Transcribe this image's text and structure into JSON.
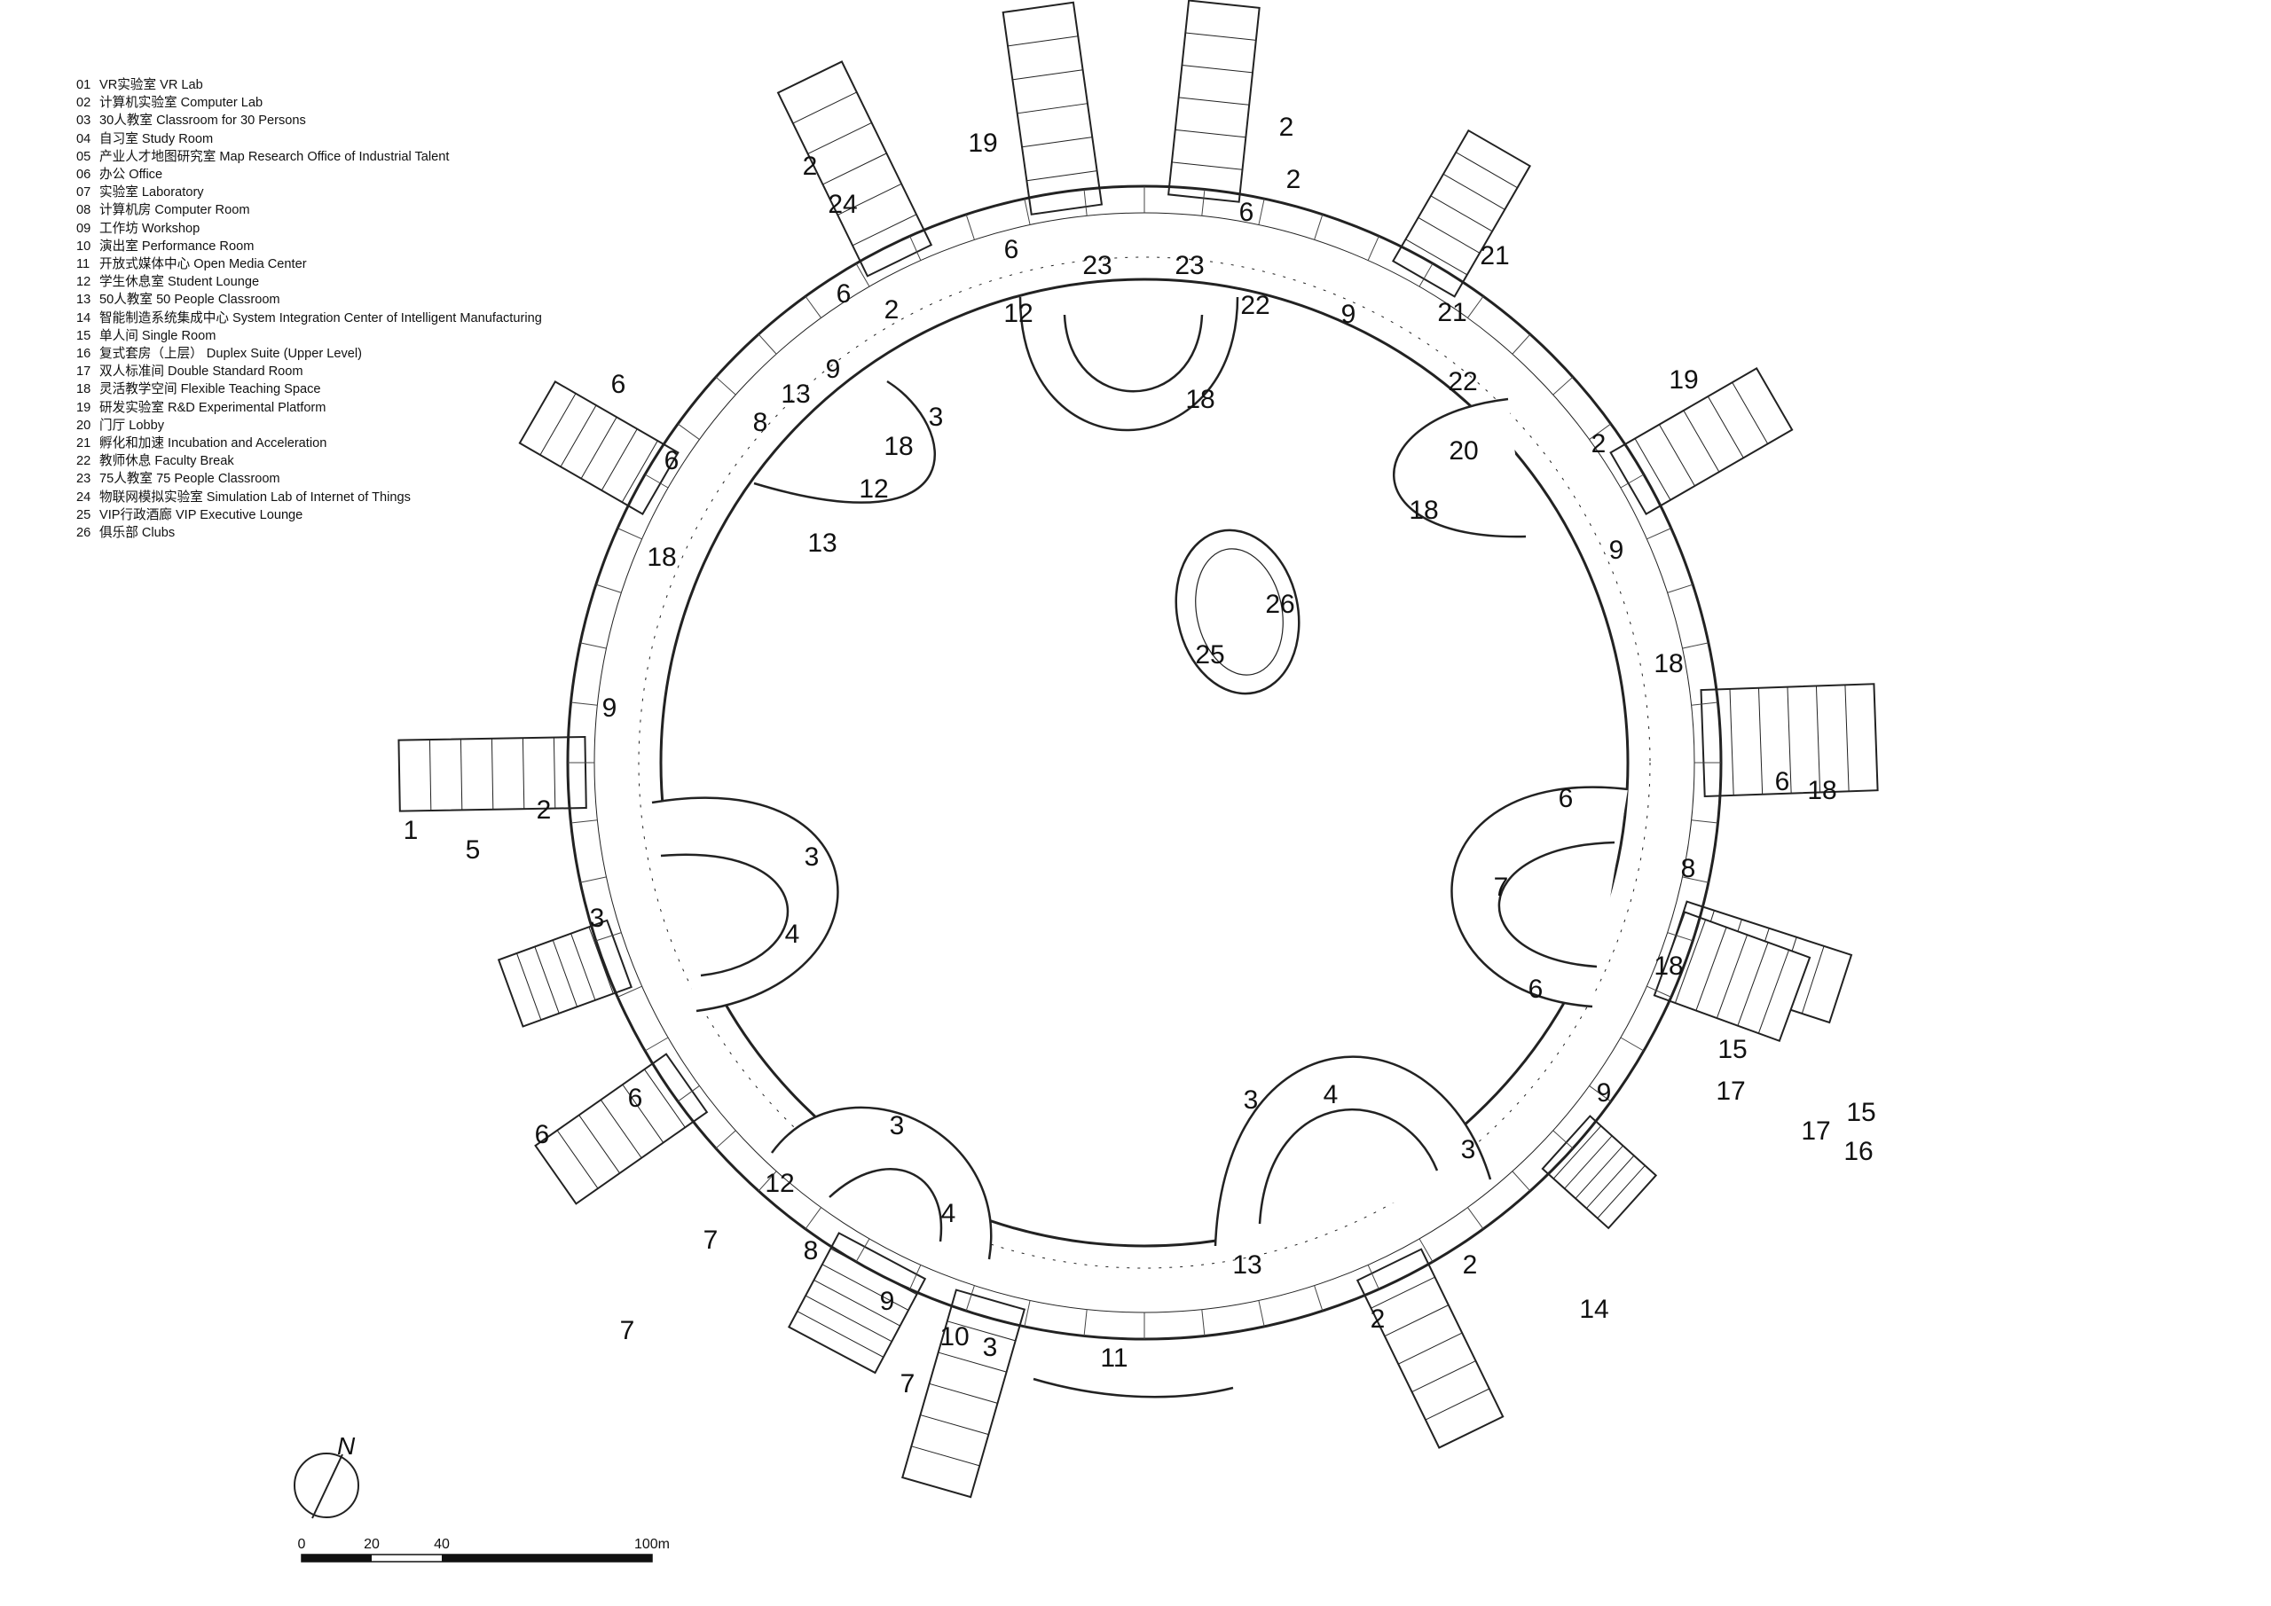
{
  "legend": [
    {
      "num": "01",
      "label": "VR实验室  VR Lab"
    },
    {
      "num": "02",
      "label": "计算机实验室  Computer Lab"
    },
    {
      "num": "03",
      "label": "30人教室  Classroom for 30 Persons"
    },
    {
      "num": "04",
      "label": "自习室  Study Room"
    },
    {
      "num": "05",
      "label": "产业人才地图研究室 Map Research Office of Industrial Talent"
    },
    {
      "num": "06",
      "label": "办公  Office"
    },
    {
      "num": "07",
      "label": "实验室  Laboratory"
    },
    {
      "num": "08",
      "label": "计算机房  Computer Room"
    },
    {
      "num": "09",
      "label": "工作坊  Workshop"
    },
    {
      "num": "10",
      "label": "演出室  Performance Room"
    },
    {
      "num": "11",
      "label": "开放式媒体中心  Open Media Center"
    },
    {
      "num": "12",
      "label": "学生休息室  Student Lounge"
    },
    {
      "num": "13",
      "label": "50人教室  50 People Classroom"
    },
    {
      "num": "14",
      "label": "智能制造系统集成中心  System Integration Center of Intelligent Manufacturing"
    },
    {
      "num": "15",
      "label": "单人间  Single Room"
    },
    {
      "num": "16",
      "label": "复式套房（上层）  Duplex Suite (Upper Level)"
    },
    {
      "num": "17",
      "label": "双人标准间 Double Standard Room"
    },
    {
      "num": "18",
      "label": "灵活教学空间  Flexible Teaching Space"
    },
    {
      "num": "19",
      "label": "研发实验室  R&D Experimental Platform"
    },
    {
      "num": "20",
      "label": "门厅  Lobby"
    },
    {
      "num": "21",
      "label": "孵化和加速  Incubation and Acceleration"
    },
    {
      "num": "22",
      "label": "教师休息  Faculty Break"
    },
    {
      "num": "23",
      "label": "75人教室  75 People Classroom"
    },
    {
      "num": "24",
      "label": "物联网模拟实验室  Simulation Lab of Internet of Things"
    },
    {
      "num": "25",
      "label": "VIP行政酒廊  VIP Executive Lounge"
    },
    {
      "num": "26",
      "label": "俱乐部  Clubs"
    }
  ],
  "room_labels": [
    "2",
    "24",
    "6",
    "2",
    "19",
    "6",
    "12",
    "23",
    "23",
    "2",
    "2",
    "6",
    "22",
    "9",
    "21",
    "21",
    "22",
    "6",
    "6",
    "8",
    "13",
    "9",
    "18",
    "3",
    "12",
    "13",
    "18",
    "20",
    "19",
    "2",
    "18",
    "9",
    "18",
    "18",
    "9",
    "26",
    "25",
    "1",
    "2",
    "5",
    "3",
    "4",
    "3",
    "18",
    "8",
    "6",
    "6",
    "7",
    "6",
    "18",
    "6",
    "6",
    "12",
    "7",
    "7",
    "3",
    "4",
    "8",
    "9",
    "10",
    "3",
    "7",
    "11",
    "13",
    "3",
    "4",
    "3",
    "2",
    "2",
    "14",
    "9",
    "15",
    "17",
    "15",
    "17",
    "16"
  ],
  "north_arrow": {
    "label": "N"
  },
  "scale_bar": {
    "labels": [
      "0",
      "20",
      "40",
      "100m"
    ]
  }
}
